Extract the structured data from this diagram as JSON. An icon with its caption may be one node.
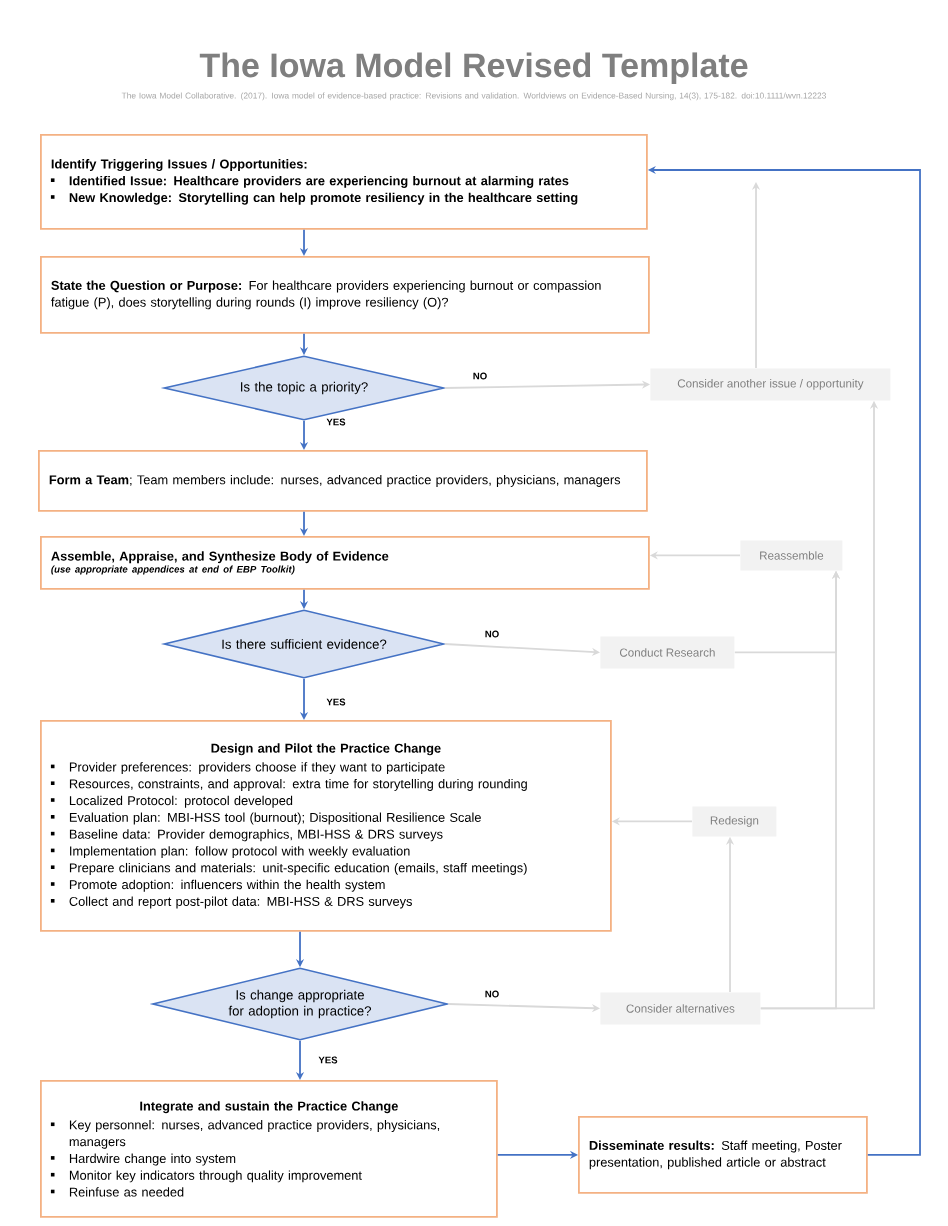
{
  "diagram": {
    "title": "The Iowa Model Revised Template",
    "nodes": [
      {
        "text": [
          "Identify Triggering Issues / Opportunities:",
          "Identified Issue: Healthcare providers are experiencing burnout at alarming rates",
          "New Knowledge: Storytelling can help promote resiliency in the healthcare setting"
        ]
      },
      {
        "text": [
          "**State the Question or Purpose:** For healthcare providers experiencing burnout or compassion fatigue (P), does storytelling during rounds (I) improve resiliency (O)?"
        ]
      },
      {
        "text": [
          "Is the topic a priority?"
        ]
      },
      {
        "text": [
          "Consider another issue / opportunity"
        ]
      },
      {
        "text": [
          "**Form a Team**; Team members include: nurses, advanced practice providers, physicians, managers"
        ]
      },
      {
        "text": [
          "Assemble, Appraise, and Synthesize Body of Evidence",
          "(use appropriate appendices at end of EBP Toolkit)"
        ]
      },
      {
        "text": [
          "Reassemble"
        ]
      },
      {
        "text": [
          "Is there sufficient evidence?"
        ]
      },
      {
        "text": [
          "Conduct Research"
        ]
      },
      {
        "text": [
          "Design and Pilot the Practice Change",
          "Provider preferences: providers choose if they want to participate",
          "Resources, constraints, and approval: extra time for storytelling during rounding",
          "Localized Protocol: protocol developed",
          "Evaluation plan: MBI-HSS tool (burnout); Dispositional Resilience Scale",
          "Baseline data: Provider demographics, MBI-HSS & DRS surveys",
          "Implementation plan: follow protocol with weekly evaluation",
          "Prepare clinicians and materials: unit-specific education (emails, staff meetings)",
          "Promote adoption: influencers within the health system",
          "Collect and report post-pilot data: MBI-HSS & DRS surveys"
        ]
      },
      {
        "text": [
          "Redesign"
        ]
      },
      {
        "text": [
          "Is change appropriate for adoption in practice?"
        ]
      },
      {
        "text": [
          "Consider alternatives"
        ]
      },
      {
        "text": [
          "Integrate and sustain the Practice Change",
          "Key personnel: nurses, advanced practice providers, physicians, managers",
          "Hardwire change into system",
          "Monitor key indicators through quality improvement",
          "Reinfuse as needed"
        ]
      },
      {
        "text": [
          "**Disseminate results:** Staff meeting, Poster presentation, published article or abstract"
        ]
      }
    ],
    "edges": [
      {
        "from": 0,
        "to": 1,
        "arrow": "to"
      },
      {
        "from": 1,
        "to": 2,
        "arrow": "to"
      },
      {
        "from": 2,
        "to": 3,
        "arrow": "to",
        "label": "NO",
        "color": "#d9d9d9"
      },
      {
        "from": 2,
        "to": 4,
        "arrow": "to",
        "label": "YES"
      },
      {
        "from": 3,
        "to": 0,
        "arrow": "to",
        "color": "#d9d9d9"
      },
      {
        "from": 4,
        "to": 5,
        "arrow": "to"
      },
      {
        "from": 5,
        "to": 7,
        "arrow": "to"
      },
      {
        "from": 7,
        "to": 8,
        "arrow": "to",
        "label": "NO",
        "color": "#d9d9d9"
      },
      {
        "from": 7,
        "to": 9,
        "arrow": "to",
        "label": "YES"
      },
      {
        "from": 8,
        "to": 6,
        "arrow": "to",
        "color": "#d9d9d9"
      },
      {
        "from": 6,
        "to": 5,
        "arrow": "to",
        "color": "#d9d9d9"
      },
      {
        "from": 11,
        "to": 12,
        "arrow": "to",
        "label": "NO",
        "color": "#d9d9d9"
      },
      {
        "from": 11,
        "to": 13,
        "arrow": "to",
        "label": "YES"
      },
      {
        "from": 12,
        "to": 10,
        "arrow": "to",
        "color": "#d9d9d9"
      },
      {
        "from": 12,
        "to": 6,
        "arrow": "to",
        "color": "#d9d9d9"
      },
      {
        "from": 12,
        "to": 3,
        "arrow": "to",
        "color": "#d9d9d9"
      },
      {
        "from": 10,
        "to": 9,
        "arrow": "to",
        "color": "#d9d9d9"
      },
      {
        "from": 9,
        "to": 11,
        "arrow": "to"
      },
      {
        "from": 13,
        "to": 14,
        "arrow": "to"
      },
      {
        "from": 14,
        "to": 0,
        "arrow": "to"
      }
    ],
    "labels": [
      "The Iowa Model Collaborative. (2017). Iowa model of evidence-based practice: Revisions and validation. Worldviews on Evidence-Based Nursing, 14(3), 175-182. doi:10.1111/wvn.12223"
    ]
  }
}
